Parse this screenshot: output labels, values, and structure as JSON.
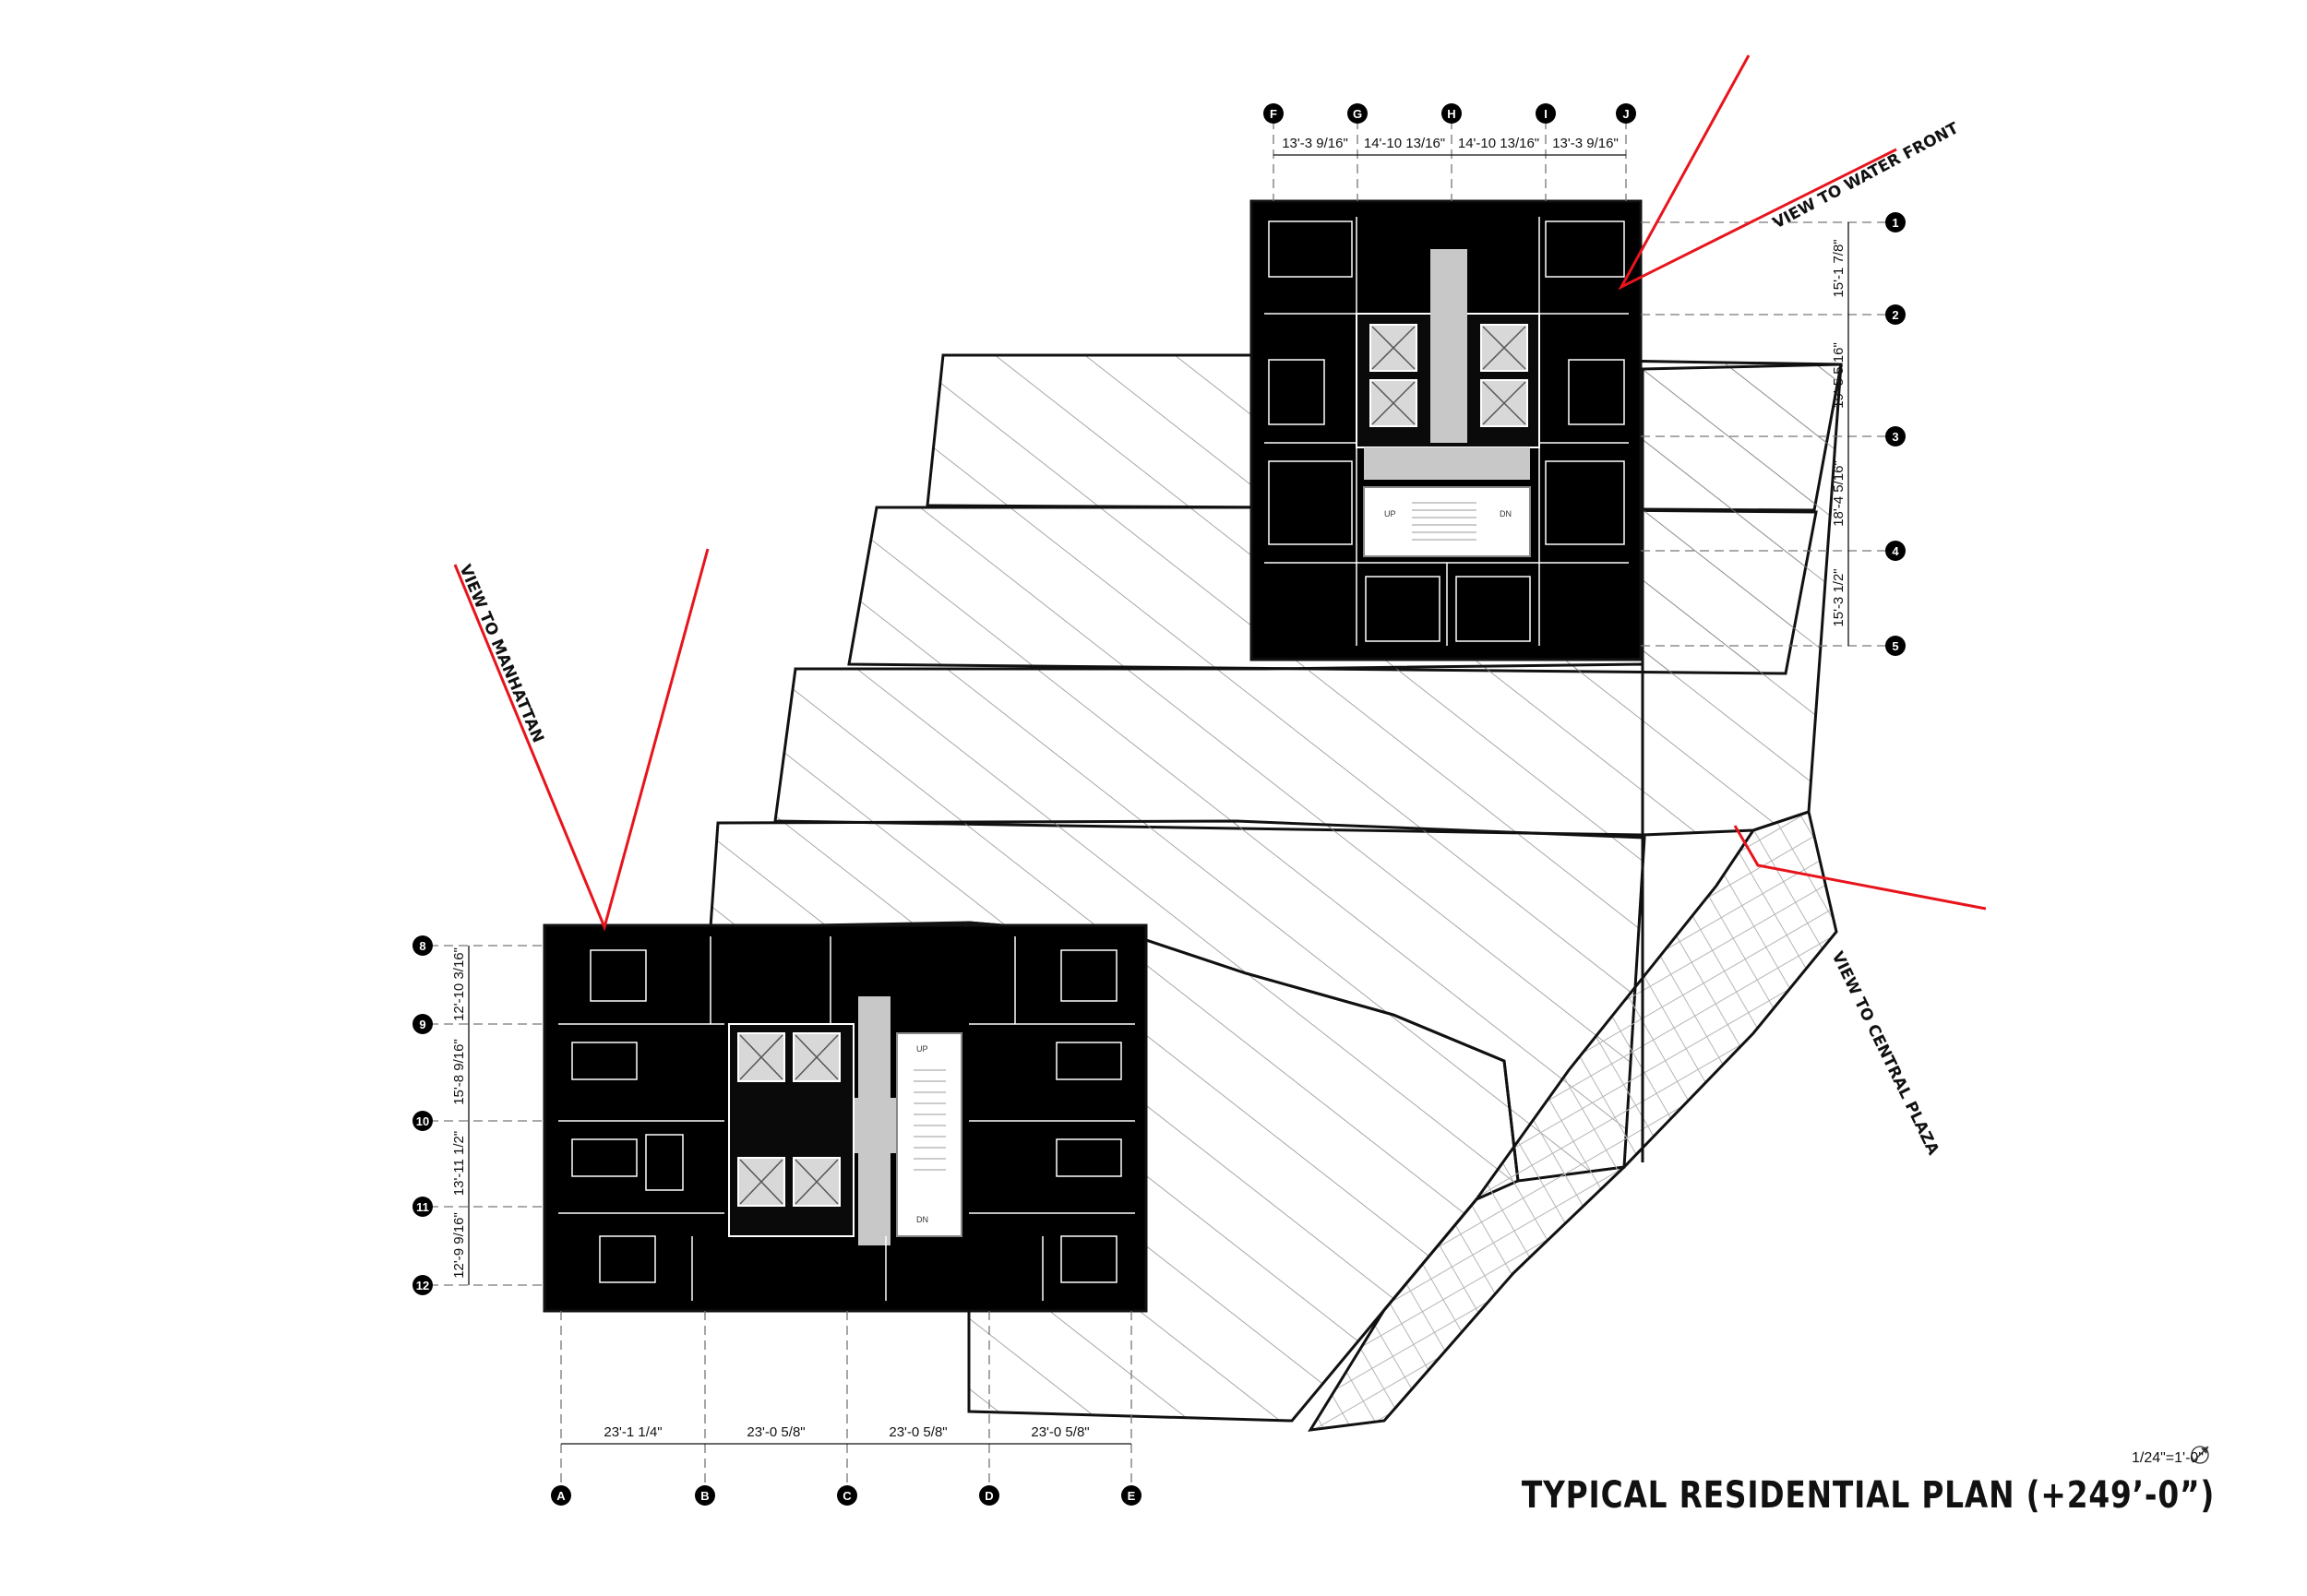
{
  "drawing": {
    "title": "TYPICAL RESIDENTIAL PLAN (+249’-0”)",
    "scale": "1/24\"=1'-0\""
  },
  "views": {
    "water_front": "VIEW TO WATER FRONT",
    "manhattan": "VIEW  TO MANHATTAN",
    "central_plaza": "VIEW TO CENTRAL PLAZA"
  },
  "upper_tower": {
    "column_grid": [
      "F",
      "G",
      "H",
      "I",
      "J"
    ],
    "column_dims": [
      "13'-3 9/16\"",
      "14'-10 13/16\"",
      "14'-10 13/16\"",
      "13'-3 9/16\""
    ],
    "row_grid": [
      "1",
      "2",
      "3",
      "4",
      "5"
    ],
    "row_dims": [
      "15'-1 7/8\"",
      "19'-5 5/16\"",
      "18'-4 5/16\"",
      "15'-3 1/2\""
    ]
  },
  "lower_tower": {
    "column_grid": [
      "A",
      "B",
      "C",
      "D",
      "E"
    ],
    "column_dims": [
      "23'-1 1/4\"",
      "23'-0 5/8\"",
      "23'-0 5/8\"",
      "23'-0 5/8\""
    ],
    "row_grid": [
      "8",
      "9",
      "10",
      "11",
      "12"
    ],
    "row_dims": [
      "12'-10 3/16\"",
      "15'-8 9/16\"",
      "13'-11 1/2\"",
      "12'-9 9/16\""
    ]
  },
  "stair_labels": {
    "up": "UP",
    "dn": "DN"
  },
  "colors": {
    "view_lines": "#e8141c",
    "slab": "#000000",
    "hatch": "#7a7a7a"
  }
}
